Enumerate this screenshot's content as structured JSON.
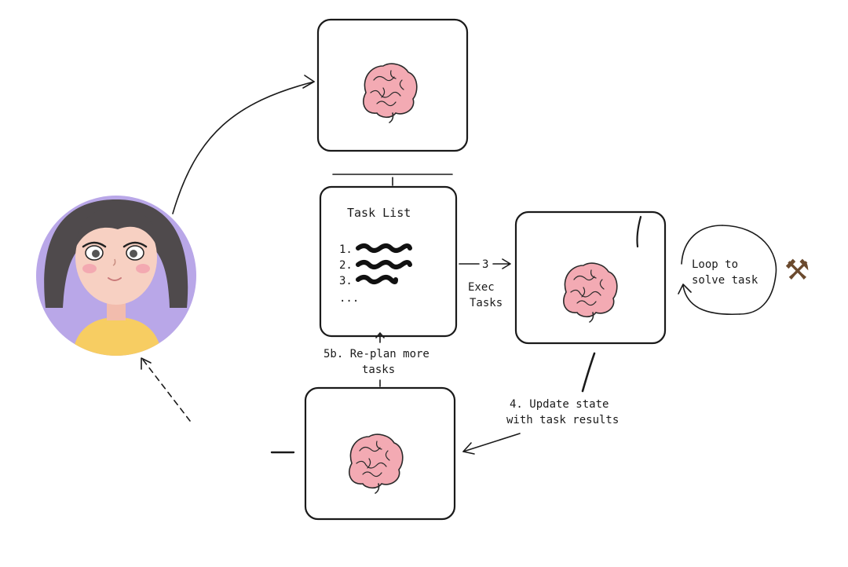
{
  "task_list": {
    "title": "Task List",
    "items": [
      "1.",
      "2.",
      "3."
    ],
    "more": "..."
  },
  "labels": {
    "step3_number": "3",
    "step3_text": [
      "Exec",
      "Tasks"
    ],
    "loop": [
      "Loop to",
      "solve task"
    ],
    "step4": [
      "4. Update state",
      "with task results"
    ],
    "step5b": [
      "5b. Re-plan more",
      "tasks"
    ]
  },
  "icons": {
    "brain": "brain-icon",
    "tools": "hammer-and-wrench-icon",
    "tools_glyph": "⚒",
    "user": "user-avatar"
  },
  "colors": {
    "brain": "#f3aab3",
    "avatar_bg": "#b9a7e8",
    "hair": "#4f4a4c",
    "skin": "#f7d0c2",
    "shirt": "#f7cd62"
  }
}
